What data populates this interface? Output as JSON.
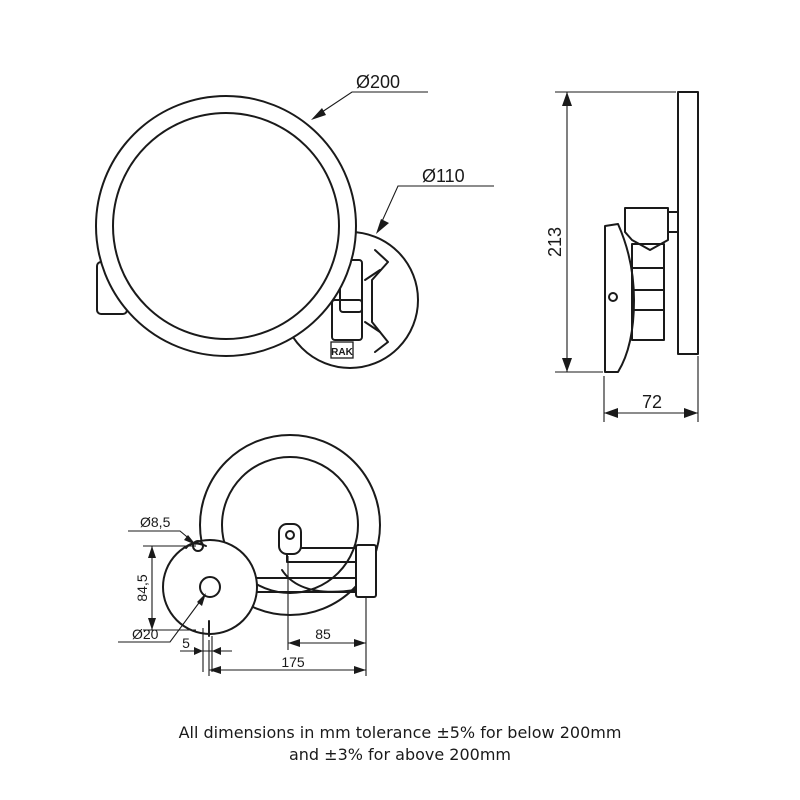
{
  "front_view": {
    "mirror_diameter_label": "Ø200",
    "back_plate_diameter_label": "Ø110",
    "brand_label": "RAK"
  },
  "side_view": {
    "height_label": "213",
    "depth_label": "72"
  },
  "top_view": {
    "hole_diameter_label": "Ø8,5",
    "hole_spacing_label": "84,5",
    "center_hole_label": "Ø20",
    "offset_label": "5",
    "arm_length_label": "85",
    "overall_length_label": "175"
  },
  "footnote": {
    "line1": "All dimensions in mm tolerance ±5% for below 200mm",
    "line2": "and ±3% for above 200mm"
  }
}
